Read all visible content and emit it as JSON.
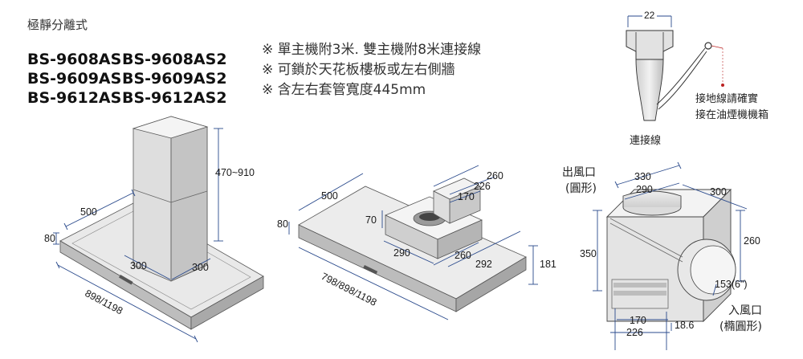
{
  "header": {
    "series": "極靜分離式",
    "models": [
      {
        "left": "BS-9608AS",
        "right": "BS-9608AS2"
      },
      {
        "left": "BS-9609AS",
        "right": "BS-9609AS2"
      },
      {
        "left": "BS-9612AS",
        "right": "BS-9612AS2"
      }
    ]
  },
  "notes": [
    "※ 單主機附3米. 雙主機附8米連接線",
    "※ 可鎖於天花板樓板或左右側牆",
    "※ 含左右套管寬度445mm"
  ],
  "hood_view": {
    "chimney_height": "470~910",
    "depth": "500",
    "front_height": "80",
    "left_offset": "300",
    "right_offset": "300",
    "width": "898/1198"
  },
  "island_view": {
    "depth": "500",
    "front_height": "80",
    "collar_height": "70",
    "duct_width": "290",
    "motor_depth": "260",
    "motor_length": "292",
    "top_260": "260",
    "top_226": "226",
    "top_170": "170",
    "height": "181",
    "width": "798/898/1198"
  },
  "connector": {
    "width": "22",
    "ground_note_line1": "接地線請確實",
    "ground_note_line2": "接在油煙機機箱",
    "caption": "連接線"
  },
  "motor_box": {
    "outlet_label_1": "出風口",
    "outlet_label_2": "(圓形)",
    "outer_330": "330",
    "inner_290": "290",
    "depth_300": "300",
    "height_350": "350",
    "side_260": "260",
    "outlet_diameter": "153(6\")",
    "inlet_label_1": "入風口",
    "inlet_label_2": "(橢圓形)",
    "base_170": "170",
    "base_226": "226",
    "flange": "18.6"
  },
  "colors": {
    "dimension_line": "#2a4a8c",
    "body_fill": "#e6e6e6",
    "panel_fill": "#dcdcdc"
  }
}
